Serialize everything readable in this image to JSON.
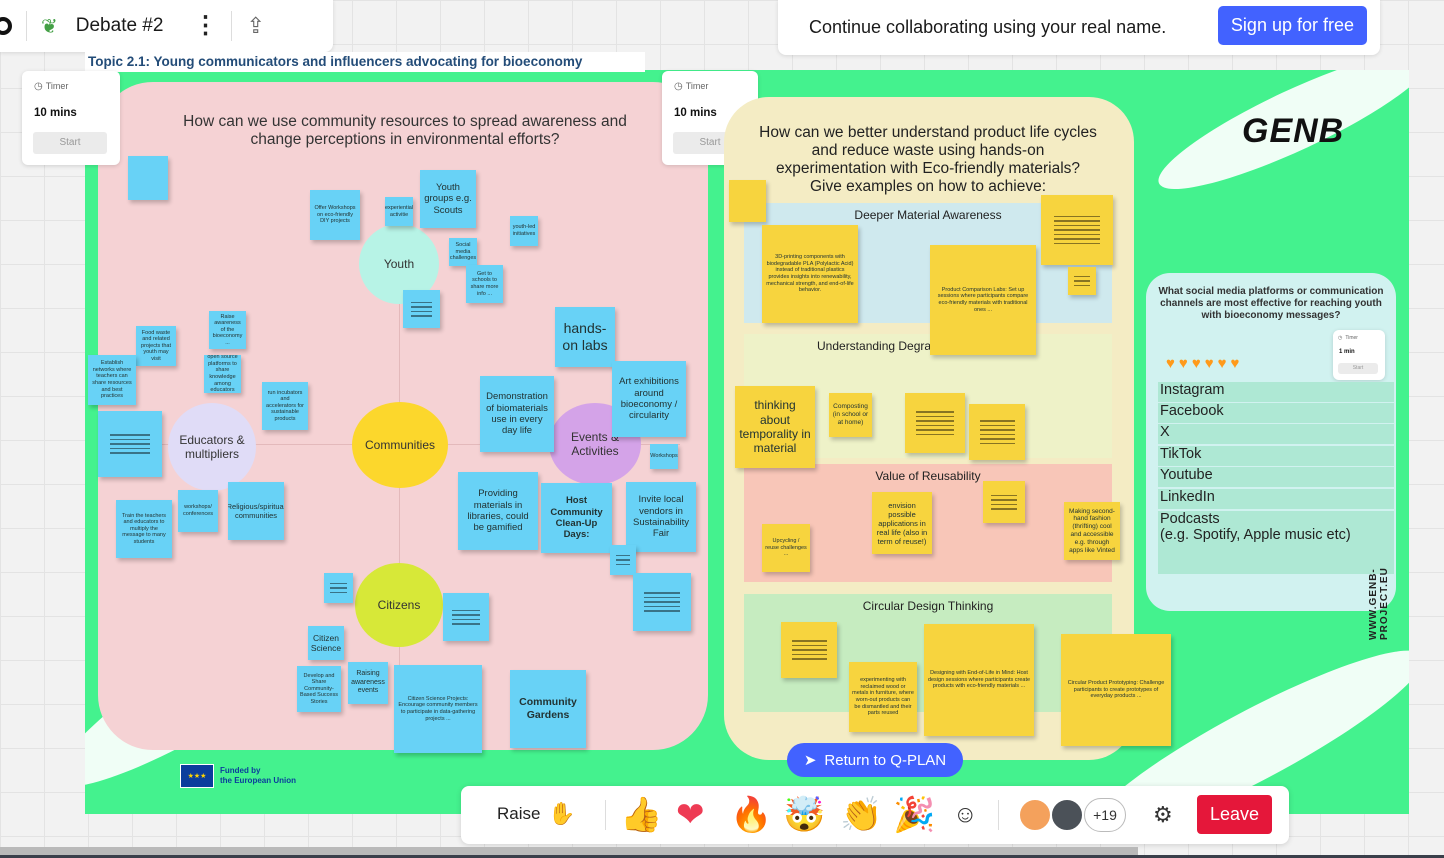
{
  "toolbar": {
    "board_title": "Debate #2"
  },
  "banner": {
    "text": "Continue collaborating using your real name.",
    "signup": "Sign up for free"
  },
  "topic": "Topic 2.1: Young communicators and influencers advocating for bioeconomy",
  "timers": [
    {
      "label": "Timer",
      "value": "10 mins",
      "button": "Start"
    },
    {
      "label": "Timer",
      "value": "10 mins",
      "button": "Start"
    },
    {
      "label": "Timer",
      "value": "1 min",
      "button": "Start"
    }
  ],
  "left_panel": {
    "question": "How can we use community resources to spread awareness and change perceptions in environmental efforts?",
    "circles": {
      "youth": "Youth",
      "educators": "Educators & multipliers",
      "communities": "Communities",
      "events": "Events & Activities",
      "citizens": "Citizens"
    },
    "stickies": {
      "youth_groups": "Youth groups e.g. Scouts",
      "workshops": "Offer Workshops on eco-friendly DIY projects",
      "experiential": "experiential activitie",
      "social_media": "Social media challenges",
      "youth_initiatives": "youth-led initiatives",
      "get_to_schools": "Get to schools to share more info ...",
      "hands_on": "hands-on labs",
      "demonstration": "Demonstration of biomaterials use in every day life",
      "art_exhibitions": "Art exhibitions around bioeconomy / circularity",
      "workshops_small": "Workshops",
      "providing_materials": "Providing materials in libraries, could be gamified",
      "host_cleanup": "Host Community Clean-Up Days:",
      "invite_vendors": "Invite local vendors in Sustainability Fair",
      "raise_awareness": "Raise awareness of the bioeconomy ...",
      "food_waste": "Food waste and related projects that youth may visit",
      "establish_networks": "Establish networks where teachers can share resources and best practices",
      "open_source": "open source platforms to share knowledge among educators",
      "run_incubators": "run incubators and accelerators for sustainable products",
      "train_teachers": "Train the teachers and educators to multiply the message to many students",
      "workshops_conferences": "workshops/ conferences",
      "religious": "Religious/spiritual communities",
      "citizen_science": "Citizen Science",
      "develop_share": "Develop and Share Community-Based Success Stories",
      "raising_events": "Raising awareness events",
      "citizen_projects": "Citizen Science Projects: Encourage community members to participate in data-gathering projects ...",
      "community_gardens": "Community Gardens"
    }
  },
  "right_panel": {
    "question": "How can we better understand product life cycles and reduce waste using hands-on experimentation with Eco-friendly materials? Give examples on how to achieve:",
    "sections": [
      "Deeper Material Awareness",
      "Understanding Degrad",
      "Value of Reusability",
      "Circular Design Thinking"
    ],
    "stickies": {
      "printing_3d": "3D-printing components with biodegradable PLA (Polylactic Acid) instead of traditional plastics provides insights into renewability, mechanical strength, and end-of-life behavior.",
      "product_comparison": "Product Comparison Labs: Set up sessions where participants compare eco-friendly materials with traditional ones ...",
      "thinking_temporality": "thinking about temporality in material",
      "composting": "Composting (in school or at home)",
      "envision": "envision possible applications in real life (also in term of reuse!)",
      "upcycling": "Upcycling / reuse challenges ...",
      "second_hand": "Making second-hand fashion (thrifting) cool and accessible e.g. through apps like Vinted",
      "experimenting": "experimenting with reclaimed wood or metals in furniture, where worn-out products can be dismantled and their parts reused",
      "designing_eol": "Designing with End-of-Life in Mind: Host design sessions where participants create products with eco-friendly materials ...",
      "circular_prototyping": "Circular Product Prototyping: Challenge participants to create prototypes of everyday products ..."
    }
  },
  "social_panel": {
    "question": "What social media platforms or communication channels are most effective for reaching youth with bioeconomy messages?",
    "platforms": [
      "Instagram",
      "Facebook",
      "X",
      "TikTok",
      "Youtube",
      "LinkedIn",
      "Podcasts\n(e.g. Spotify, Apple music etc)"
    ]
  },
  "branding": {
    "genb": "GENB",
    "url": "WWW.GENB-PROJECT.EU",
    "eu_funded": "Funded by\nthe European Union"
  },
  "return_button": "Return to Q-PLAN",
  "bottom_bar": {
    "raise": "Raise",
    "participants_more": "+19",
    "leave": "Leave"
  },
  "colors": {
    "board_green": "#44f28e",
    "accent_blue": "#4262ff",
    "leave_red": "#e5173a",
    "sticky_blue": "#68d2f6",
    "sticky_yellow": "#f7d43e"
  }
}
